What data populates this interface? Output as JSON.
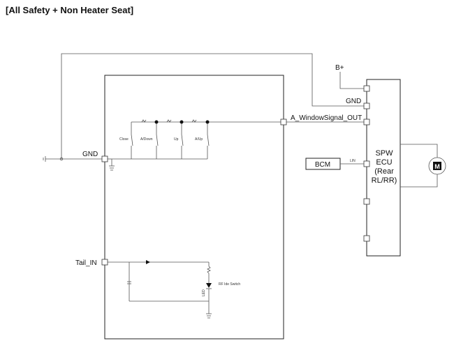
{
  "title": "[All Safety + Non Heater Seat]",
  "labels": {
    "gnd_left": "GND",
    "gnd_right": "GND",
    "bplus": "B+",
    "window_signal": "A_WindowSignal_OUT",
    "tail_in": "Tail_IN",
    "bcm": "BCM",
    "lin": "LIN",
    "ecu": [
      "SPW",
      "ECU",
      "(Rear",
      "RL/RR)"
    ],
    "motor": "M"
  },
  "switches": [
    "Close",
    "A/Down",
    "Up",
    "A/Up"
  ],
  "small_labels": {
    "led": "RF Ide Switch",
    "led_sub": "LED"
  }
}
